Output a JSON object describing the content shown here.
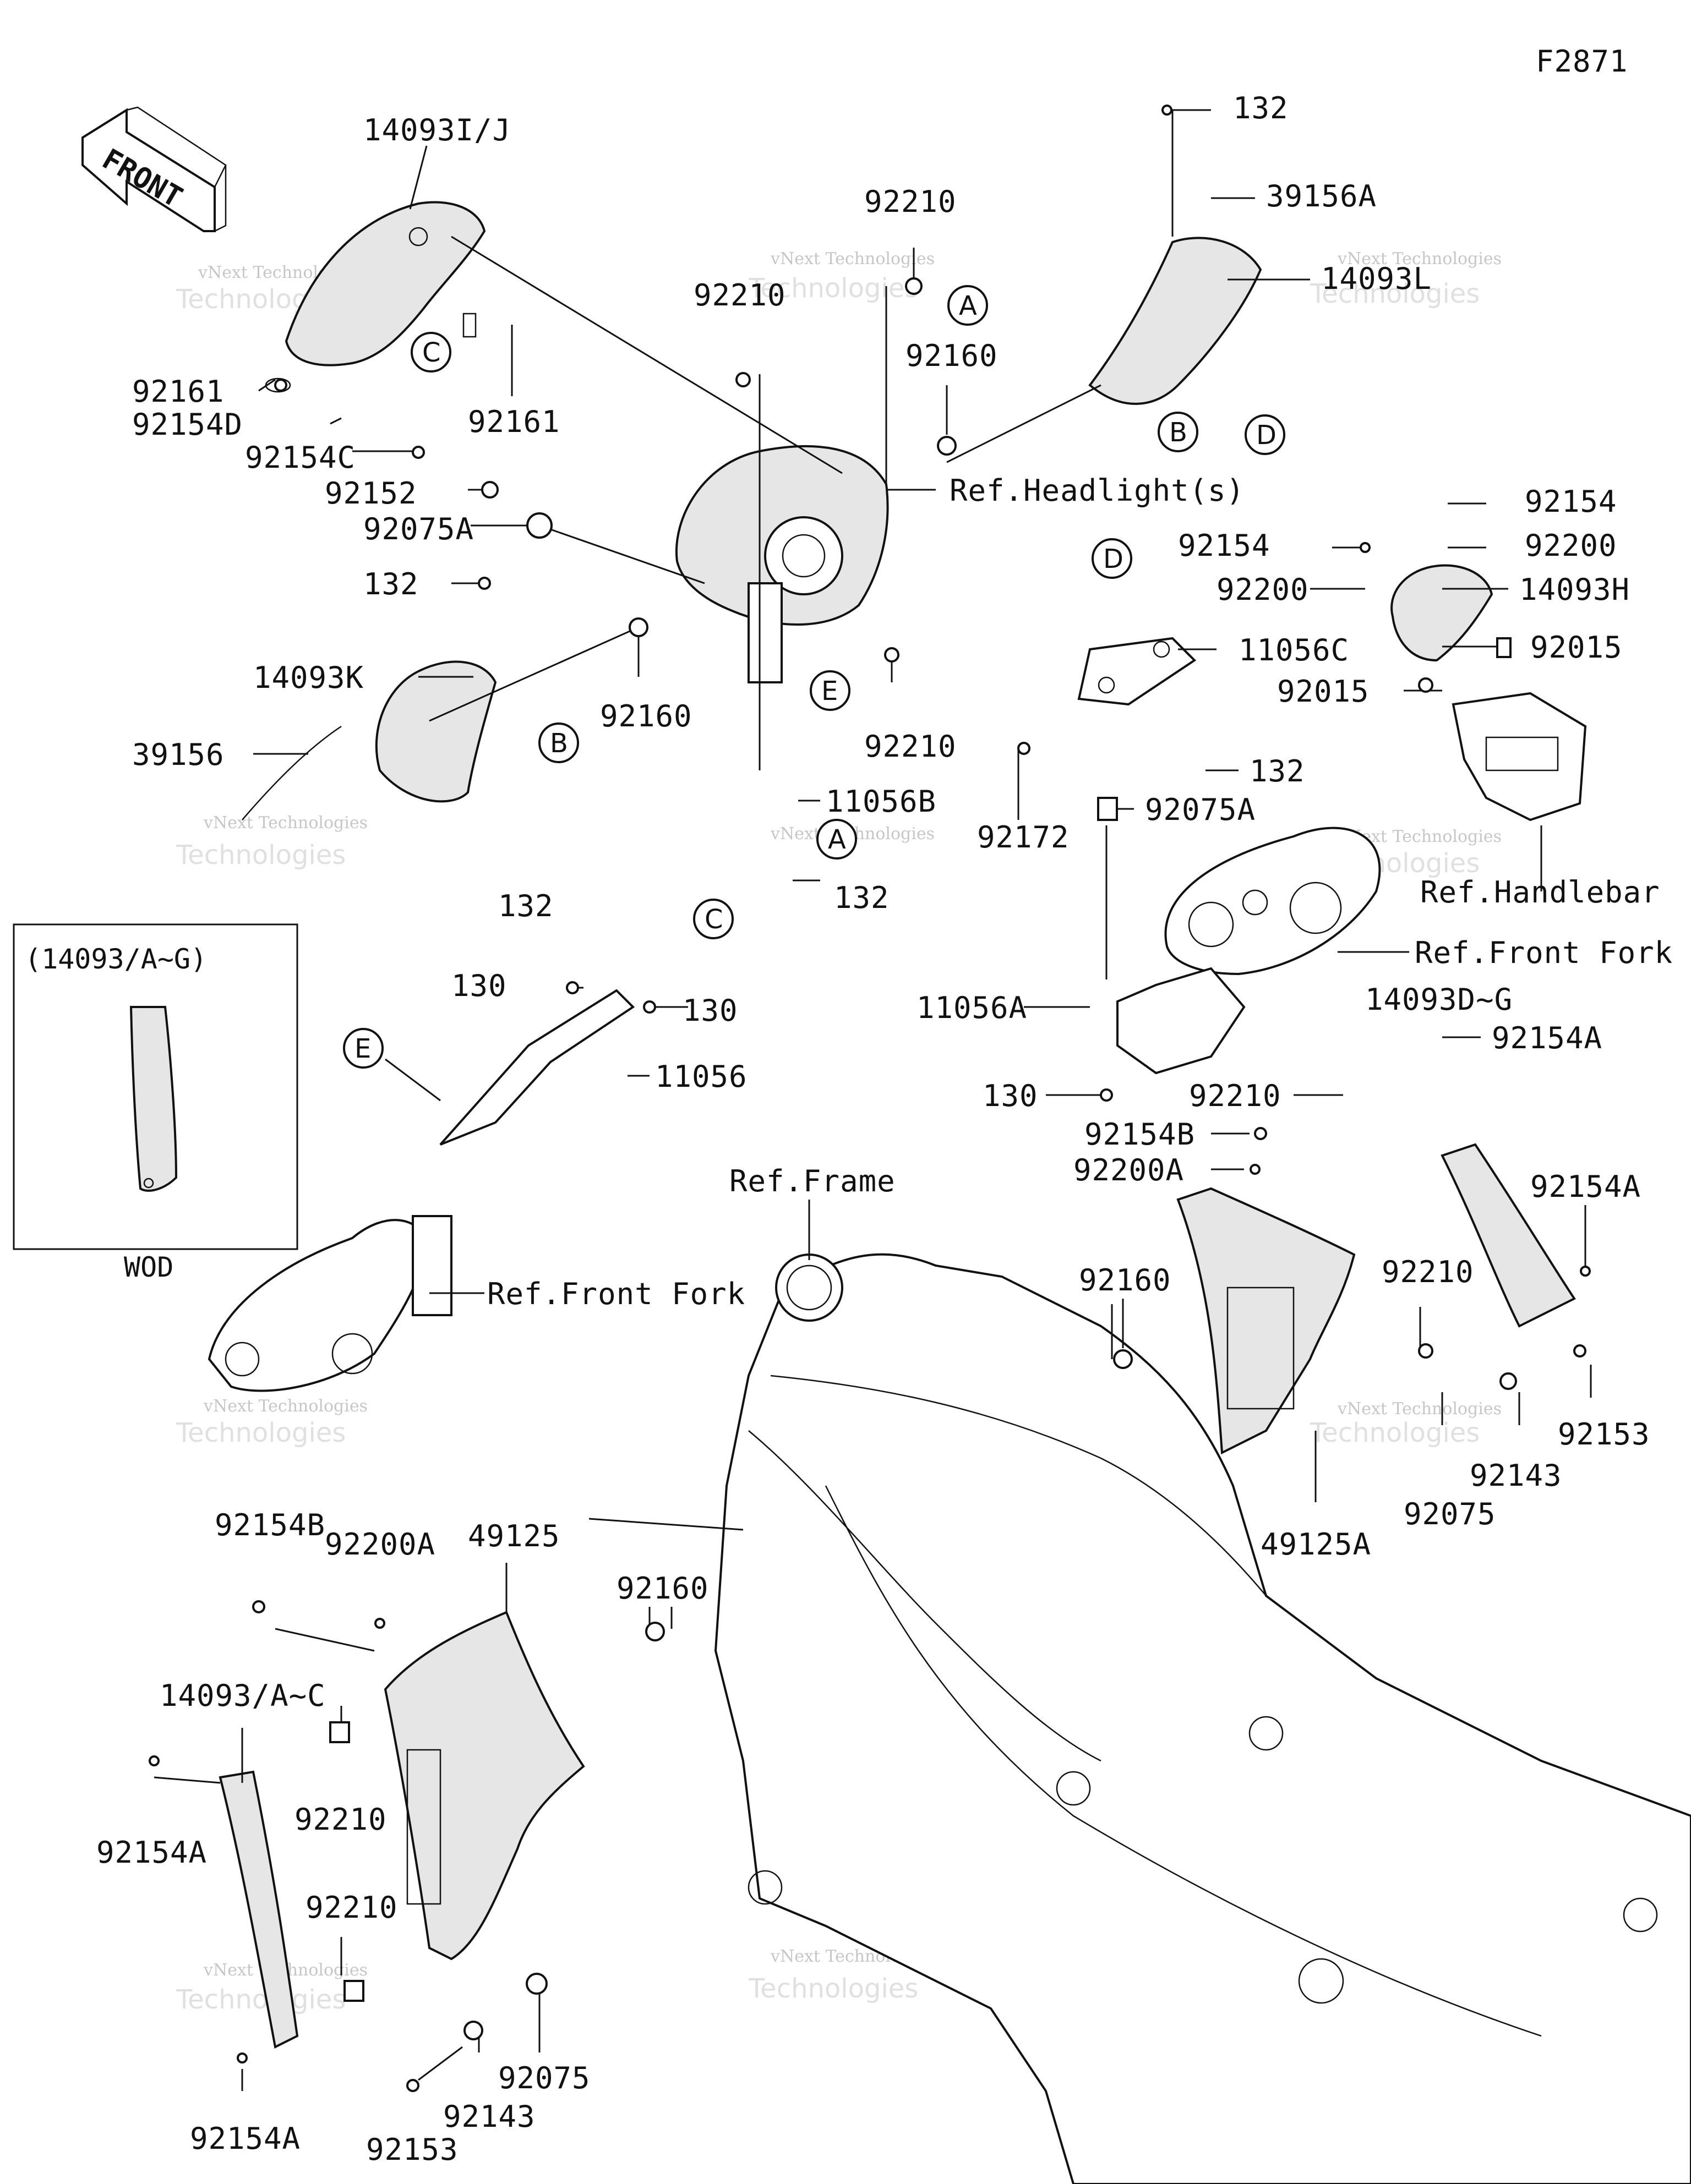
{
  "diagram_code": "F2871",
  "front_arrow_label": "FRONT",
  "callouts": {
    "14093IJ": "14093I/J",
    "92161_a": "92161",
    "92154D": "92154D",
    "92161_b": "92161",
    "92154C": "92154C",
    "92152": "92152",
    "92075A_a": "92075A",
    "132_a": "132",
    "14093K": "14093K",
    "39156": "39156",
    "92160_a": "92160",
    "132_b": "132",
    "92210_a": "92210",
    "92210_b": "92210",
    "92160_b": "92160",
    "ref_headlight": "Ref.Headlight(s)",
    "92210_c": "92210",
    "11056B": "11056B",
    "132_c": "132",
    "132_top": "132",
    "39156A": "39156A",
    "14093L": "14093L",
    "92154_a": "92154",
    "92154_b": "92154",
    "92200_a": "92200",
    "92200_b": "92200",
    "14093H": "14093H",
    "92015_a": "92015",
    "92015_b": "92015",
    "11056C": "11056C",
    "132_d": "132",
    "92172": "92172",
    "92075A_b": "92075A",
    "ref_handlebar": "Ref.Handlebar",
    "ref_front_fork_a": "Ref.Front Fork",
    "11056A": "11056A",
    "130_a": "130",
    "14093DG": "14093D~G",
    "92154A_a": "92154A",
    "92210_d": "92210",
    "92154B_a": "92154B",
    "92200A_a": "92200A",
    "92154A_b": "92154A",
    "130_b": "130",
    "130_c": "130",
    "11056": "11056",
    "ref_frame": "Ref.Frame",
    "ref_front_fork_b": "Ref.Front Fork",
    "92160_c": "92160",
    "92210_e": "92210",
    "92143_a": "92143",
    "92153_a": "92153",
    "92075_a": "92075",
    "49125A": "49125A",
    "92154B_b": "92154B",
    "92200A_b": "92200A",
    "49125": "49125",
    "92160_d": "92160",
    "14093AC": "14093/A~C",
    "92210_f": "92210",
    "92154A_c": "92154A",
    "92210_g": "92210",
    "92154A_d": "92154A",
    "92153_b": "92153",
    "92143_b": "92143",
    "92075_b": "92075"
  },
  "circle_refs": {
    "A1": "A",
    "A2": "A",
    "B1": "B",
    "B2": "B",
    "C1": "C",
    "C2": "C",
    "D1": "D",
    "D2": "D",
    "E1": "E",
    "E2": "E"
  },
  "inset": {
    "title": "(14093/A~G)",
    "caption": "WOD"
  },
  "watermark": {
    "line1": "vNext Technologies",
    "line2": "Technologies"
  }
}
